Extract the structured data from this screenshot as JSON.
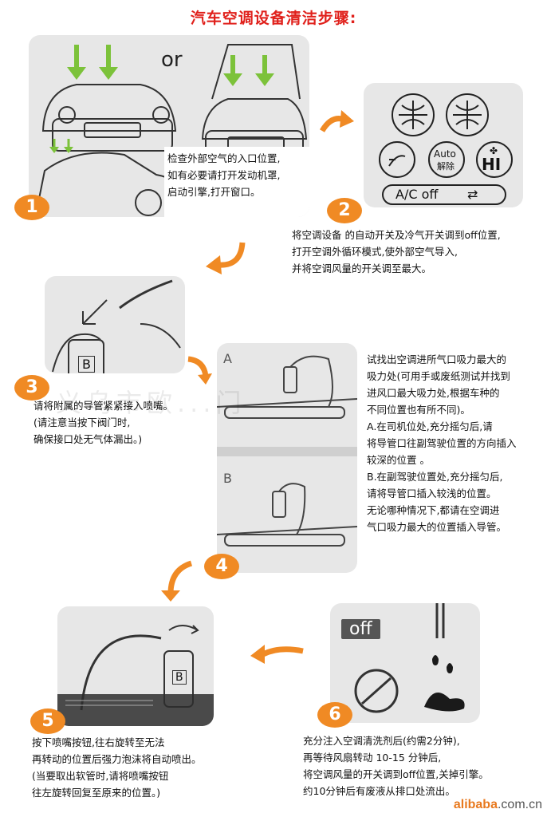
{
  "title": "汽车空调设备清洁步骤:",
  "steps": [
    {
      "number": "1",
      "text": "检查外部空气的入口位置,\n如有必要请打开发动机罩,\n启动引擎,打开窗口。"
    },
    {
      "number": "2",
      "text": "将空调设备 的自动开关及冷气开关调到off位置,\n打开空调外循环模式,使外部空气导入,\n并将空调风量的开关调至最大。"
    },
    {
      "number": "3",
      "text": "请将附属的导管紧紧接入喷嘴。\n(请注意当按下阀门时,\n确保接口处无气体漏出。)"
    },
    {
      "number": "4",
      "text": "试找出空调进所气口吸力最大的\n吸力处(可用手或废纸测试并找到\n进风口最大吸力处,根据车种的\n不同位置也有所不同)。\nA.在司机位处,充分摇匀后,请\n将导管口往副驾驶位置的方向插入\n较深的位置 。\nB.在副驾驶位置处,充分摇匀后,\n请将导管口插入较浅的位置。\n无论哪种情况下,都请在空调进\n气口吸力最大的位置插入导管。"
    },
    {
      "number": "5",
      "text": "按下喷嘴按钮,往右旋转至无法\n再转动的位置后强力泡沫将自动喷出。\n(当要取出软管时,请将喷嘴按钮\n往左旋转回复至原来的位置。)"
    },
    {
      "number": "6",
      "text": "充分注入空调清洗剂后(约需2分钟),\n再等待风扇转动 10-15 分钟后,\n将空调风量的开关调到off位置,关掉引擎。\n约10分钟后有废液从排口处流出。"
    }
  ],
  "labels": {
    "or": "or",
    "auto": "Auto",
    "auto_sub": "解除",
    "hi": "HI",
    "ac_off": "A/C off",
    "panel_a": "A",
    "panel_b": "B",
    "can_logo": "B",
    "off": "off"
  },
  "watermark": "义乌市欧...门",
  "footer": {
    "brand": "alibaba",
    "domain": ".com.cn"
  },
  "colors": {
    "title": "#e0201b",
    "accent": "#f08a24",
    "panel": "#e7e7e7",
    "green_arrow": "#7cc23a"
  }
}
